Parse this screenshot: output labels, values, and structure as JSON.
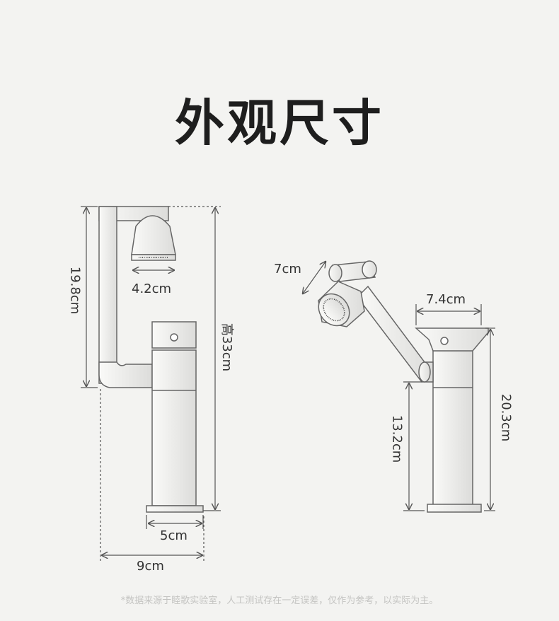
{
  "title": "外观尺寸",
  "left_view": {
    "arm_height": "19.8cm",
    "aerator_width": "4.2cm",
    "total_height": "高33cm",
    "base_width": "5cm",
    "total_width": "9cm"
  },
  "right_view": {
    "arm_segment": "7cm",
    "handle_width": "7.4cm",
    "body_height": "20.3cm",
    "spout_height": "13.2cm"
  },
  "footer_note": "*数据来源于睦歌实验室，人工测试存在一定误差，仅作为参考，以实际为主。",
  "colors": {
    "background": "#f3f3f1",
    "line": "#555555",
    "metal": "#ececea"
  }
}
